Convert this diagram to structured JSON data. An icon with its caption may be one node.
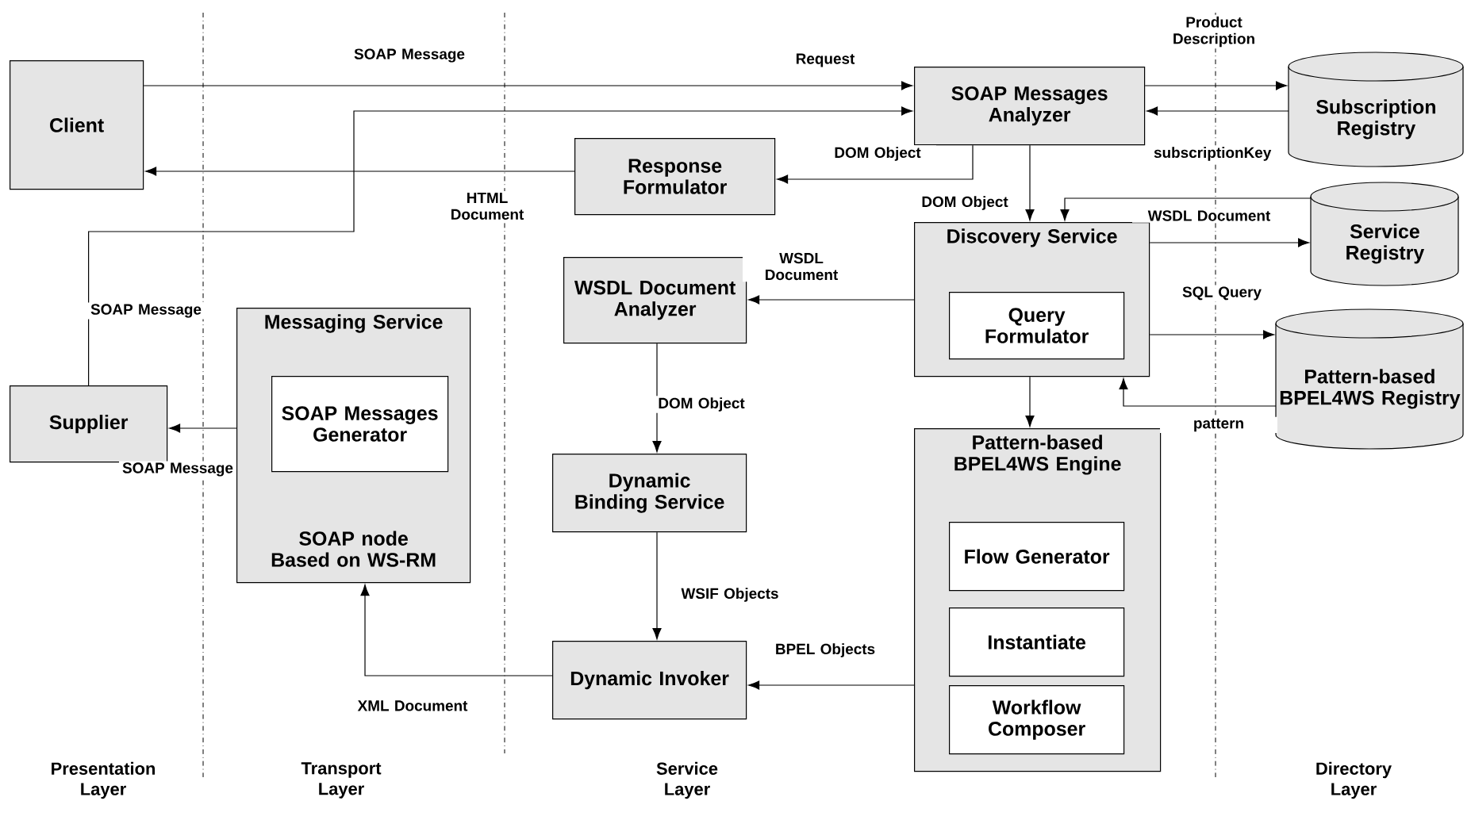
{
  "diagram": {
    "nodes": [
      {
        "text": [
          "Client"
        ]
      },
      {
        "text": [
          "SOAP Messages Analyzer"
        ]
      },
      {
        "text": [
          "Subscription Registry"
        ]
      },
      {
        "text": [
          "Response Formulator"
        ]
      },
      {
        "text": [
          "Discovery Service"
        ]
      },
      {
        "text": [
          "Query Formulator"
        ],
        "in": 4
      },
      {
        "text": [
          "Service Registry"
        ]
      },
      {
        "text": [
          "WSDL Document Analyzer"
        ]
      },
      {
        "text": [
          "Pattern-based BPEL4WS Registry"
        ]
      },
      {
        "text": [
          "Supplier"
        ]
      },
      {
        "text": [
          "Messaging Service",
          "SOAP node Based on WS-RM"
        ]
      },
      {
        "text": [
          "SOAP Messages Generator"
        ],
        "in": 10
      },
      {
        "text": [
          "Dynamic Binding Service"
        ]
      },
      {
        "text": [
          "Dynamic Invoker"
        ]
      },
      {
        "text": [
          "Pattern-based BPEL4WS Engine"
        ]
      },
      {
        "text": [
          "Flow Generator"
        ],
        "in": 14
      },
      {
        "text": [
          "Instantiate"
        ],
        "in": 14
      },
      {
        "text": [
          "Workflow Composer"
        ],
        "in": 14
      }
    ],
    "edges": [
      {
        "from": 0,
        "to": 1,
        "arrow": "to",
        "label": "SOAP Message"
      },
      {
        "from": 9,
        "to": 1,
        "arrow": "to",
        "label": "SOAP Message"
      },
      {
        "from": 1,
        "to": 2,
        "arrow": "to",
        "label": "Product Description"
      },
      {
        "from": 2,
        "to": 1,
        "arrow": "to",
        "label": "subscriptionKey"
      },
      {
        "from": 1,
        "to": 3,
        "arrow": "to",
        "label": "DOM Object"
      },
      {
        "from": 3,
        "to": 0,
        "arrow": "to",
        "label": "HTML Document"
      },
      {
        "from": 1,
        "to": 4,
        "arrow": "to",
        "label": "DOM Object"
      },
      {
        "from": 6,
        "to": 4,
        "arrow": "to",
        "label": "WSDL Document"
      },
      {
        "from": 4,
        "to": 6,
        "arrow": "to"
      },
      {
        "from": 4,
        "to": 8,
        "arrow": "to",
        "label": "SQL Query"
      },
      {
        "from": 8,
        "to": 4,
        "arrow": "to",
        "label": "pattern"
      },
      {
        "from": 4,
        "to": 7,
        "arrow": "to",
        "label": "WSDL Document"
      },
      {
        "from": 4,
        "to": 14,
        "arrow": "to"
      },
      {
        "from": 7,
        "to": 12,
        "arrow": "to",
        "label": "DOM Object"
      },
      {
        "from": 12,
        "to": 13,
        "arrow": "to",
        "label": "WSIF Objects"
      },
      {
        "from": 14,
        "to": 13,
        "arrow": "to",
        "label": "BPEL Objects"
      },
      {
        "from": 13,
        "to": 10,
        "arrow": "to",
        "label": "XML Document"
      },
      {
        "from": 10,
        "to": 9,
        "arrow": "to",
        "label": "SOAP Message"
      }
    ],
    "labels": [
      "Request",
      "Presentation Layer",
      "Transport Layer",
      "Service Layer",
      "Directory Layer"
    ]
  }
}
